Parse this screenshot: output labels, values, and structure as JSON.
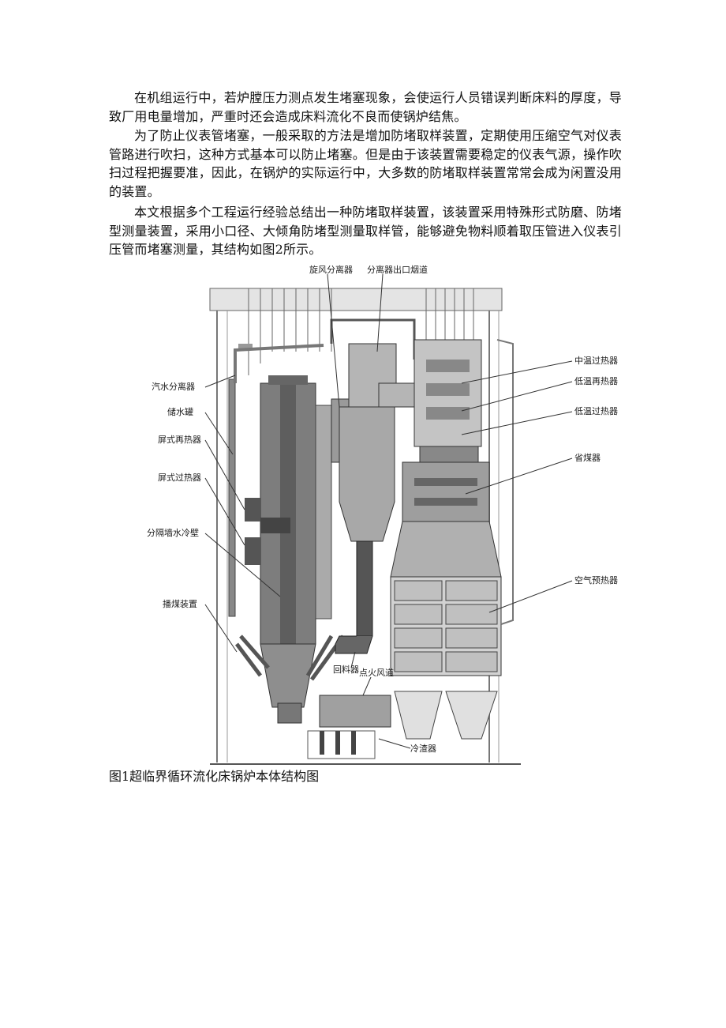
{
  "paragraphs": [
    "在机组运行中，若炉膛压力测点发生堵塞现象，会使运行人员错误判断床料的厚度，导致厂用电量增加，严重时还会造成床料流化不良而使锅炉结焦。",
    "为了防止仪表管堵塞，一般采取的方法是增加防堵取样装置，定期使用压缩空气对仪表管路进行吹扫，这种方式基本可以防止堵塞。但是由于该装置需要稳定的仪表气源，操作吹扫过程把握要准，因此，在锅炉的实际运行中，大多数的防堵取样装置常常会成为闲置没用的装置。",
    "本文根据多个工程运行经验总结出一种防堵取样装置，该装置采用特殊形式防磨、防堵型测量装置，采用小口径、大倾角防堵型测量取样管，能够避免物料顺着取压管进入仪表引压管而堵塞测量，其结构如图2所示。"
  ],
  "figure": {
    "caption": "图1超临界循环流化床锅炉本体结构图",
    "labels": {
      "cyclone": "旋风分离器",
      "separator_outlet": "分离器出口烟道",
      "steam_water_separator": "汽水分离器",
      "storage_tank": "储水罐",
      "platen_reheater": "屏式再热器",
      "platen_superheater": "屏式过热器",
      "partition_wall": "分隔墙水冷壁",
      "coal_spreader": "播煤装置",
      "mid_temp_superheater": "中温过热器",
      "low_temp_reheater": "低温再热器",
      "low_temp_superheater": "低温过热器",
      "economizer": "省煤器",
      "air_preheater": "空气预热器",
      "loop_seal": "回料器",
      "ignition_duct": "点火风道",
      "ash_cooler": "冷渣器"
    }
  }
}
